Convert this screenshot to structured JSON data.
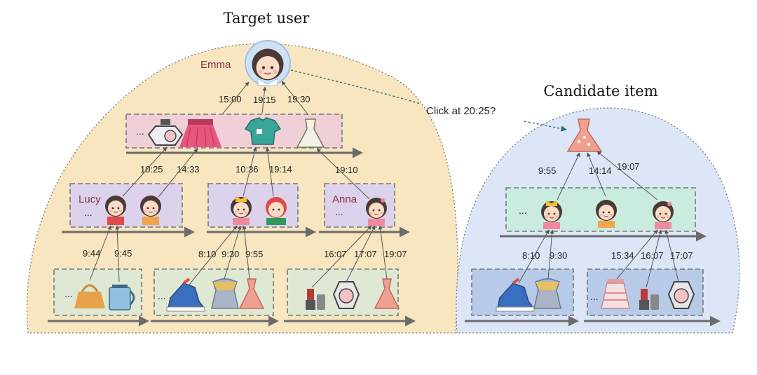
{
  "titles": {
    "target_user": "Target user",
    "candidate_item": "Candidate item",
    "question": "Click at 20:25?"
  },
  "users": {
    "emma": "Emma",
    "lucy": "Lucy",
    "anna": "Anna"
  },
  "ellipsis": "...",
  "times": {
    "emma_perfume": "15:00",
    "emma_tshirt": "19:15",
    "emma_dress": "19:30",
    "lucy_perfume": "10:25",
    "lucy_skirt": "14:33",
    "girl_tshirt": "10:36",
    "boy_tshirt": "19:14",
    "anna_dress": "19:10",
    "lucy_bag": "9:44",
    "lucy_kettle": "9:45",
    "girl_shoe": "8:10",
    "girl_dress": "9:30",
    "girl_dress2": "9:55",
    "anna_lipstick": "16:07",
    "anna_powder": "17:07",
    "anna_dress2": "19:07",
    "cand_girl": "9:55",
    "cand_woman": "14:14",
    "cand_anna": "19:07",
    "cand_girl_shoe": "8:10",
    "cand_girl_dress": "9:30",
    "cand_anna_skirt": "15:34",
    "cand_anna_lipstick": "16:07",
    "cand_anna_powder": "17:07"
  },
  "colors": {
    "target_blob": "#f7e6bf",
    "candidate_blob": "#dce6f7",
    "item_row_pink": "#f0cfd6",
    "user_row_purple": "#dcd2ec",
    "item_row_green": "#dfe8d3",
    "user_row_teal": "#c9ecde",
    "item_row_blue": "#b7cbe9",
    "name_color": "#8b2e4a"
  }
}
